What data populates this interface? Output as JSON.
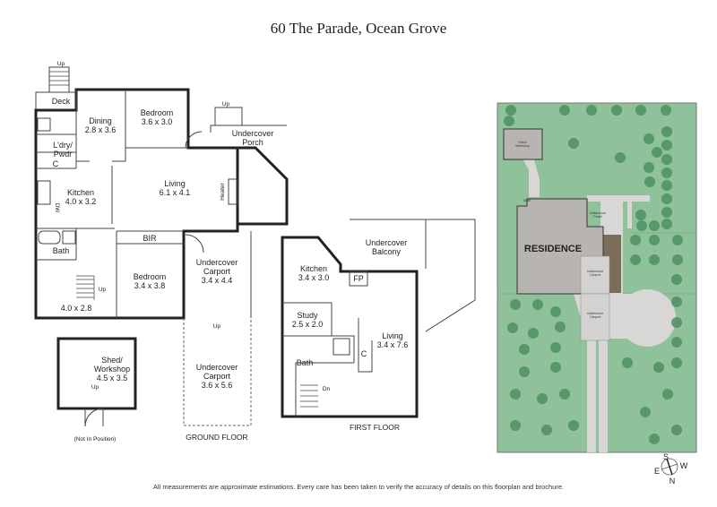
{
  "title": "60 The Parade, Ocean Grove",
  "ground_floor": {
    "label": "GROUND FLOOR",
    "rooms": {
      "deck": "Deck",
      "dining": "Dining",
      "dining_size": "2.8 x 3.6",
      "bedroom1": "Bedroom",
      "bedroom1_size": "3.6 x 3.0",
      "porch": "Undercover",
      "porch2": "Porch",
      "laundry": "L'dry/",
      "laundry2": "Pwdr",
      "c": "C",
      "living": "Living",
      "living_size": "6.1 x 4.1",
      "heater": "Heater",
      "kitchen": "Kitchen",
      "kitchen_size": "4.0 x 3.2",
      "dw": "DW",
      "bir": "BIR",
      "bath": "Bath",
      "bedroom2": "Bedroom",
      "bedroom2_size": "3.4 x 3.8",
      "carport1": "Undercover",
      "carport1b": "Carport",
      "carport1_size": "3.4 x 4.4",
      "stair_room": "4.0 x 2.8",
      "carport2": "Undercover",
      "carport2b": "Carport",
      "carport2_size": "3.6 x 5.6",
      "up": "Up"
    }
  },
  "shed": {
    "name": "Shed/",
    "name2": "Workshop",
    "size": "4.5 x 3.5",
    "note": "(Not In Position)",
    "up": "Up"
  },
  "first_floor": {
    "label": "FIRST FLOOR",
    "rooms": {
      "balcony": "Undercover",
      "balcony2": "Balcony",
      "kitchen": "Kitchen",
      "kitchen_size": "3.4 x 3.0",
      "fp": "FP",
      "study": "Study",
      "study_size": "2.5 x 2.0",
      "living": "Living",
      "living_size": "3.4 x 7.6",
      "bath": "Bath",
      "c": "C",
      "dn": "Dn"
    }
  },
  "site_plan": {
    "residence": "RESIDENCE",
    "shed": "Shed/",
    "shed2": "Workshop",
    "deck": "Deck",
    "porch": "Undercover",
    "porch2": "Porch",
    "carport": "Undercover",
    "carport2": "Carport",
    "carport_lower": "Undercover",
    "carport_lower2": "Carport",
    "colors": {
      "lawn": "#8fc19a",
      "tree": "#4f8f60",
      "building": "#b8b4b1",
      "paving": "#d9d7d5",
      "garden": "#7a6e5a"
    }
  },
  "compass": {
    "n": "N",
    "s": "S",
    "e": "E",
    "w": "W"
  },
  "footer": "All measurements are approximate estimations. Every care has been taken to verify the accuracy of details on this floorplan and brochure."
}
